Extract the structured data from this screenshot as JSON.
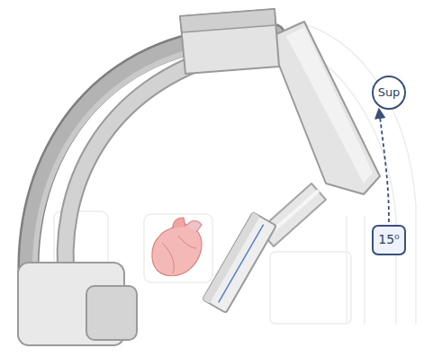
{
  "diagram": {
    "nodes": [
      {
        "text": [
          "Sup"
        ]
      },
      {
        "text": [
          "15⁰"
        ]
      }
    ],
    "edges": [
      {
        "from": 1,
        "to": 0,
        "arrow": "to"
      }
    ]
  }
}
